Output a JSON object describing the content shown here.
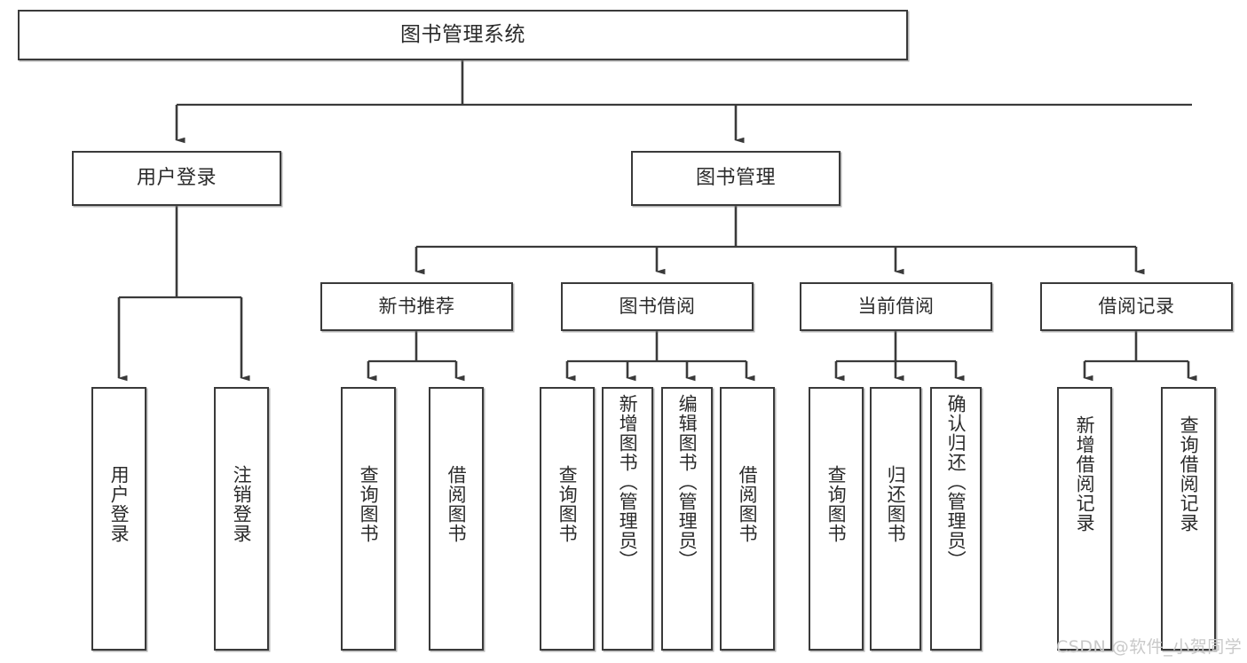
{
  "diagram": {
    "kind": "functional-structure-tree",
    "root": {
      "id": "root",
      "label": "图书管理系统"
    },
    "level1": [
      {
        "id": "user-login",
        "label": "用户登录"
      },
      {
        "id": "book-management",
        "label": "图书管理"
      }
    ],
    "level2": [
      {
        "id": "new-book-recommend",
        "label": "新书推荐",
        "parent": "book-management"
      },
      {
        "id": "book-borrow",
        "label": "图书借阅",
        "parent": "book-management"
      },
      {
        "id": "current-borrow",
        "label": "当前借阅",
        "parent": "book-management"
      },
      {
        "id": "borrow-record",
        "label": "借阅记录",
        "parent": "book-management"
      }
    ],
    "leaves": [
      {
        "id": "leaf-user-login",
        "label": "用户登录",
        "parent": "user-login"
      },
      {
        "id": "leaf-logout-login",
        "label": "注销登录",
        "parent": "user-login"
      },
      {
        "id": "leaf-query-book-1",
        "label": "查询图书",
        "parent": "new-book-recommend"
      },
      {
        "id": "leaf-borrow-book-1",
        "label": "借阅图书",
        "parent": "new-book-recommend"
      },
      {
        "id": "leaf-query-book-2",
        "label": "查询图书",
        "parent": "book-borrow"
      },
      {
        "id": "leaf-add-book",
        "label": "新增图书（管理员）",
        "parent": "book-borrow"
      },
      {
        "id": "leaf-edit-book",
        "label": "编辑图书（管理员）",
        "parent": "book-borrow"
      },
      {
        "id": "leaf-borrow-book-2",
        "label": "借阅图书",
        "parent": "book-borrow"
      },
      {
        "id": "leaf-query-book-3",
        "label": "查询图书",
        "parent": "current-borrow"
      },
      {
        "id": "leaf-return-book",
        "label": "归还图书",
        "parent": "current-borrow"
      },
      {
        "id": "leaf-confirm-return",
        "label": "确认归还（管理员）",
        "parent": "current-borrow"
      },
      {
        "id": "leaf-add-record",
        "label": "新增借阅记录",
        "parent": "borrow-record"
      },
      {
        "id": "leaf-query-record",
        "label": "查询借阅记录",
        "parent": "borrow-record"
      }
    ]
  },
  "watermark": {
    "text": "CSDN @软件_小贺同学",
    "color": "#c9c9c9"
  },
  "style": {
    "line_color": "#3a3a3a",
    "box_border_color": "#3a3a3a",
    "box_fill": "#ffffff",
    "text_color": "#2b2b2b",
    "background": "#ffffff"
  }
}
